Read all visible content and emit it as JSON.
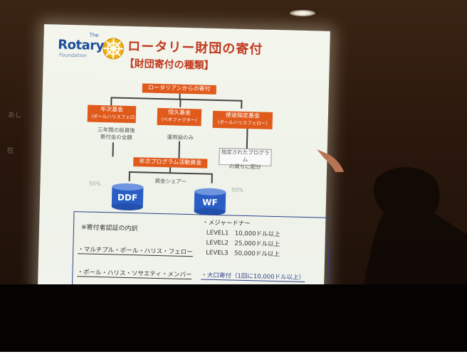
{
  "slide": {
    "brand_the": "The",
    "brand_rotary": "Rotary",
    "brand_foundation": "Foundation",
    "title": "ロータリー財団の寄付",
    "subtitle": "【財団寄付の種類】",
    "source_box": "ロータリアンからの寄付",
    "annual_fund": {
      "line1": "年次基金",
      "line2": "（ポールハリスフェロー）"
    },
    "endowment": {
      "line1": "恒久基金",
      "line2": "（ベネファクター）"
    },
    "restricted": {
      "line1": "使途指定基金",
      "line2": "（ポールハリスフェロー）"
    },
    "note_three_years": {
      "line1": "三年間の投資後",
      "line2": "寄付金の全額"
    },
    "note_interest": "運用益のみ",
    "note_designated": {
      "line1": "指定されたプログラム",
      "line2": "の資ちに配分"
    },
    "program_funds": "年次プログラム活動資金",
    "share_label": "資金シェアー",
    "pct_left": "50%",
    "pct_right": "50%",
    "ddf": "DDF",
    "wf": "WF",
    "recognition_title": "※寄付者認証の内訳",
    "item_multiple": "・マルチプル・ポール・ハリス・フェロー",
    "item_society": "・ポール・ハリス・ソサエティ・メンバー",
    "major_donor": "・メジャードナー",
    "levels": [
      "LEVEL1　10,000ドル以上",
      "LEVEL2　25,000ドル以上",
      "LEVEL3　50,000ドル以上"
    ],
    "large_gift": "・大口寄付（1回に10,000ドル以上）"
  },
  "colors": {
    "accent_orange": "#e05a1c",
    "title_red": "#c0391e",
    "rotary_blue": "#1f4d9a",
    "cylinder_blue": "#2a5ec4",
    "room_dark": "#2a170c"
  }
}
